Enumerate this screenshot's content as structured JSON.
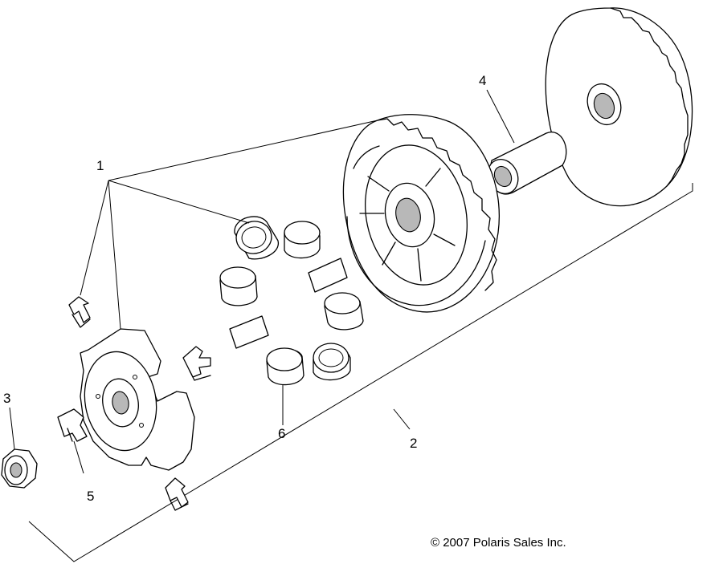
{
  "callouts": {
    "c1": "1",
    "c2": "2",
    "c3": "3",
    "c4": "4",
    "c5": "5",
    "c6": "6"
  },
  "copyright": "© 2007 Polaris Sales Inc."
}
